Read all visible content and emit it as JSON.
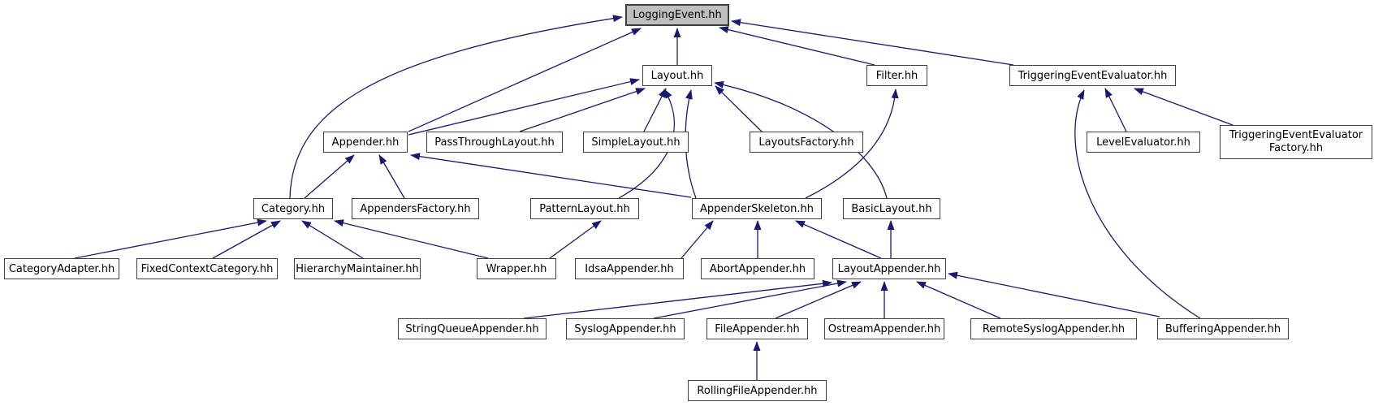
{
  "diagram": {
    "type": "include-dependency-graph",
    "background_color": "#ffffff",
    "edge_color": "#191970",
    "root_node_fill": "#bfbfbf",
    "node_fill": "#fefefe",
    "nodes": {
      "loggingevent": {
        "label": "LoggingEvent.hh",
        "highlighted": true
      },
      "layout": {
        "label": "Layout.hh",
        "highlighted": false
      },
      "filter": {
        "label": "Filter.hh",
        "highlighted": false
      },
      "tee": {
        "label": "TriggeringEventEvaluator.hh",
        "highlighted": false
      },
      "appender": {
        "label": "Appender.hh",
        "highlighted": false
      },
      "passthroughlayout": {
        "label": "PassThroughLayout.hh",
        "highlighted": false
      },
      "simplelayout": {
        "label": "SimpleLayout.hh",
        "highlighted": false
      },
      "layoutsfactory": {
        "label": "LayoutsFactory.hh",
        "highlighted": false
      },
      "levelevaluator": {
        "label": "LevelEvaluator.hh",
        "highlighted": false
      },
      "teefactory": {
        "label": "TriggeringEventEvaluator Factory.hh",
        "highlighted": false
      },
      "category": {
        "label": "Category.hh",
        "highlighted": false
      },
      "appendersfactory": {
        "label": "AppendersFactory.hh",
        "highlighted": false
      },
      "patternlayout": {
        "label": "PatternLayout.hh",
        "highlighted": false
      },
      "appenderskeleton": {
        "label": "AppenderSkeleton.hh",
        "highlighted": false
      },
      "basiclayout": {
        "label": "BasicLayout.hh",
        "highlighted": false
      },
      "categoryadapter": {
        "label": "CategoryAdapter.hh",
        "highlighted": false
      },
      "fixedcontextcategory": {
        "label": "FixedContextCategory.hh",
        "highlighted": false
      },
      "hierarchymaintainer": {
        "label": "HierarchyMaintainer.hh",
        "highlighted": false
      },
      "wrapper": {
        "label": "Wrapper.hh",
        "highlighted": false
      },
      "idsaappender": {
        "label": "IdsaAppender.hh",
        "highlighted": false
      },
      "abortappender": {
        "label": "AbortAppender.hh",
        "highlighted": false
      },
      "layoutappender": {
        "label": "LayoutAppender.hh",
        "highlighted": false
      },
      "stringqueueappender": {
        "label": "StringQueueAppender.hh",
        "highlighted": false
      },
      "syslogappender": {
        "label": "SyslogAppender.hh",
        "highlighted": false
      },
      "fileappender": {
        "label": "FileAppender.hh",
        "highlighted": false
      },
      "ostreamappender": {
        "label": "OstreamAppender.hh",
        "highlighted": false
      },
      "remotesyslogappender": {
        "label": "RemoteSyslogAppender.hh",
        "highlighted": false
      },
      "bufferingappender": {
        "label": "BufferingAppender.hh",
        "highlighted": false
      },
      "rollingfileappender": {
        "label": "RollingFileAppender.hh",
        "highlighted": false
      }
    },
    "edges": [
      {
        "from": "layout",
        "to": "loggingevent"
      },
      {
        "from": "appender",
        "to": "loggingevent"
      },
      {
        "from": "appender",
        "to": "layout"
      },
      {
        "from": "category",
        "to": "loggingevent"
      },
      {
        "from": "category",
        "to": "appender"
      },
      {
        "from": "appendersfactory",
        "to": "appender"
      },
      {
        "from": "appenderskeleton",
        "to": "appender"
      },
      {
        "from": "passthroughlayout",
        "to": "layout"
      },
      {
        "from": "patternlayout",
        "to": "layout"
      },
      {
        "from": "simplelayout",
        "to": "layout"
      },
      {
        "from": "layoutsfactory",
        "to": "layout"
      },
      {
        "from": "appenderskeleton",
        "to": "layout"
      },
      {
        "from": "basiclayout",
        "to": "layout"
      },
      {
        "from": "appenderskeleton",
        "to": "filter"
      },
      {
        "from": "filter",
        "to": "loggingevent"
      },
      {
        "from": "tee",
        "to": "loggingevent"
      },
      {
        "from": "levelevaluator",
        "to": "tee"
      },
      {
        "from": "teefactory",
        "to": "tee"
      },
      {
        "from": "bufferingappender",
        "to": "tee"
      },
      {
        "from": "categoryadapter",
        "to": "category"
      },
      {
        "from": "fixedcontextcategory",
        "to": "category"
      },
      {
        "from": "hierarchymaintainer",
        "to": "category"
      },
      {
        "from": "wrapper",
        "to": "category"
      },
      {
        "from": "wrapper",
        "to": "patternlayout"
      },
      {
        "from": "idsaappender",
        "to": "appenderskeleton"
      },
      {
        "from": "abortappender",
        "to": "appenderskeleton"
      },
      {
        "from": "layoutappender",
        "to": "appenderskeleton"
      },
      {
        "from": "layoutappender",
        "to": "basiclayout"
      },
      {
        "from": "stringqueueappender",
        "to": "layoutappender"
      },
      {
        "from": "syslogappender",
        "to": "layoutappender"
      },
      {
        "from": "fileappender",
        "to": "layoutappender"
      },
      {
        "from": "ostreamappender",
        "to": "layoutappender"
      },
      {
        "from": "remotesyslogappender",
        "to": "layoutappender"
      },
      {
        "from": "bufferingappender",
        "to": "layoutappender"
      },
      {
        "from": "rollingfileappender",
        "to": "fileappender"
      }
    ]
  }
}
